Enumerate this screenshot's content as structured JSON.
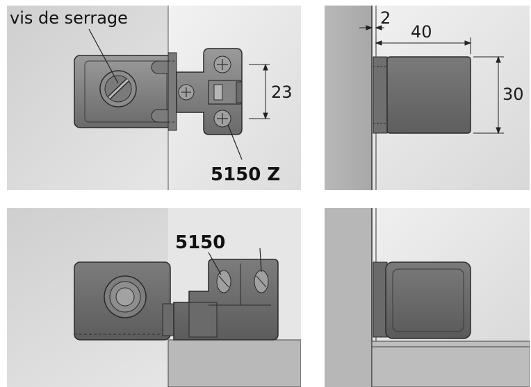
{
  "labels": {
    "clamp_screw": "vis de serrage",
    "hinge_model_z": "5150 Z",
    "hinge_model": "5150"
  },
  "dimensions": {
    "gap": "2",
    "width": "40",
    "height": "30",
    "hole_spacing": "23"
  },
  "colors": {
    "panel_bg": "#d9d9d9",
    "panel_light": "#eeeeee",
    "metal_dark": "#6e6e6e",
    "metal_mid": "#8a8a8a",
    "outline": "#2a2a2a"
  }
}
